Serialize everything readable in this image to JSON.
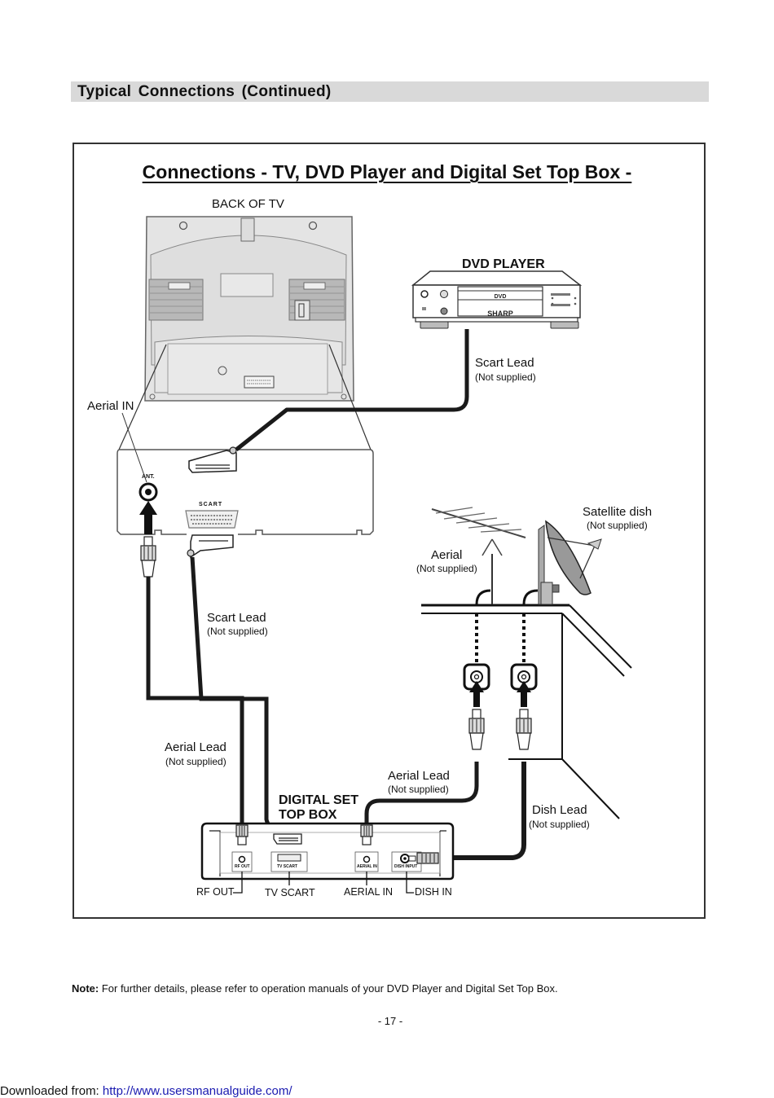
{
  "section": {
    "title": "Typical  Connections  (Continued)"
  },
  "diagram": {
    "title": "Connections - TV, DVD Player and Digital Set Top Box -",
    "back_of_tv_label": "BACK OF TV",
    "dvd_player_label": "DVD PLAYER",
    "dvd_brand": "SHARP",
    "aerial_in_label": "Aerial IN",
    "tv_panel": {
      "ant_label": "ANT.",
      "scart_label": "SCART"
    },
    "leads": {
      "scart_top": {
        "name": "Scart Lead",
        "note": "(Not supplied)"
      },
      "scart_mid": {
        "name": "Scart Lead",
        "note": "(Not supplied)"
      },
      "aerial_left": {
        "name": "Aerial Lead",
        "note": "(Not supplied)"
      },
      "aerial_right": {
        "name": "Aerial Lead",
        "note": "(Not supplied)"
      },
      "dish": {
        "name": "Dish Lead",
        "note": "(Not supplied)"
      }
    },
    "outdoor": {
      "aerial": {
        "name": "Aerial",
        "note": "(Not supplied)"
      },
      "satellite": {
        "name": "Satellite dish",
        "note": "(Not supplied)"
      }
    },
    "set_top_box": {
      "label_line1": "DIGITAL SET",
      "label_line2": "TOP BOX",
      "ports": [
        {
          "panel": "RF OUT",
          "callout": "RF OUT"
        },
        {
          "panel": "TV SCART",
          "callout": "TV SCART"
        },
        {
          "panel": "AERIAL IN",
          "callout": "AERIAL IN"
        },
        {
          "panel": "DISH INPUT",
          "callout": "DISH IN"
        }
      ]
    }
  },
  "note": {
    "prefix": "Note:",
    "text": " For further details, please refer to operation manuals of your DVD Player and Digital Set Top Box."
  },
  "page_number": "- 17 -",
  "footer": {
    "prefix": "Downloaded from: ",
    "link": "http://www.usersmanualguide.com/",
    "link_color": "#1a1ab0"
  }
}
